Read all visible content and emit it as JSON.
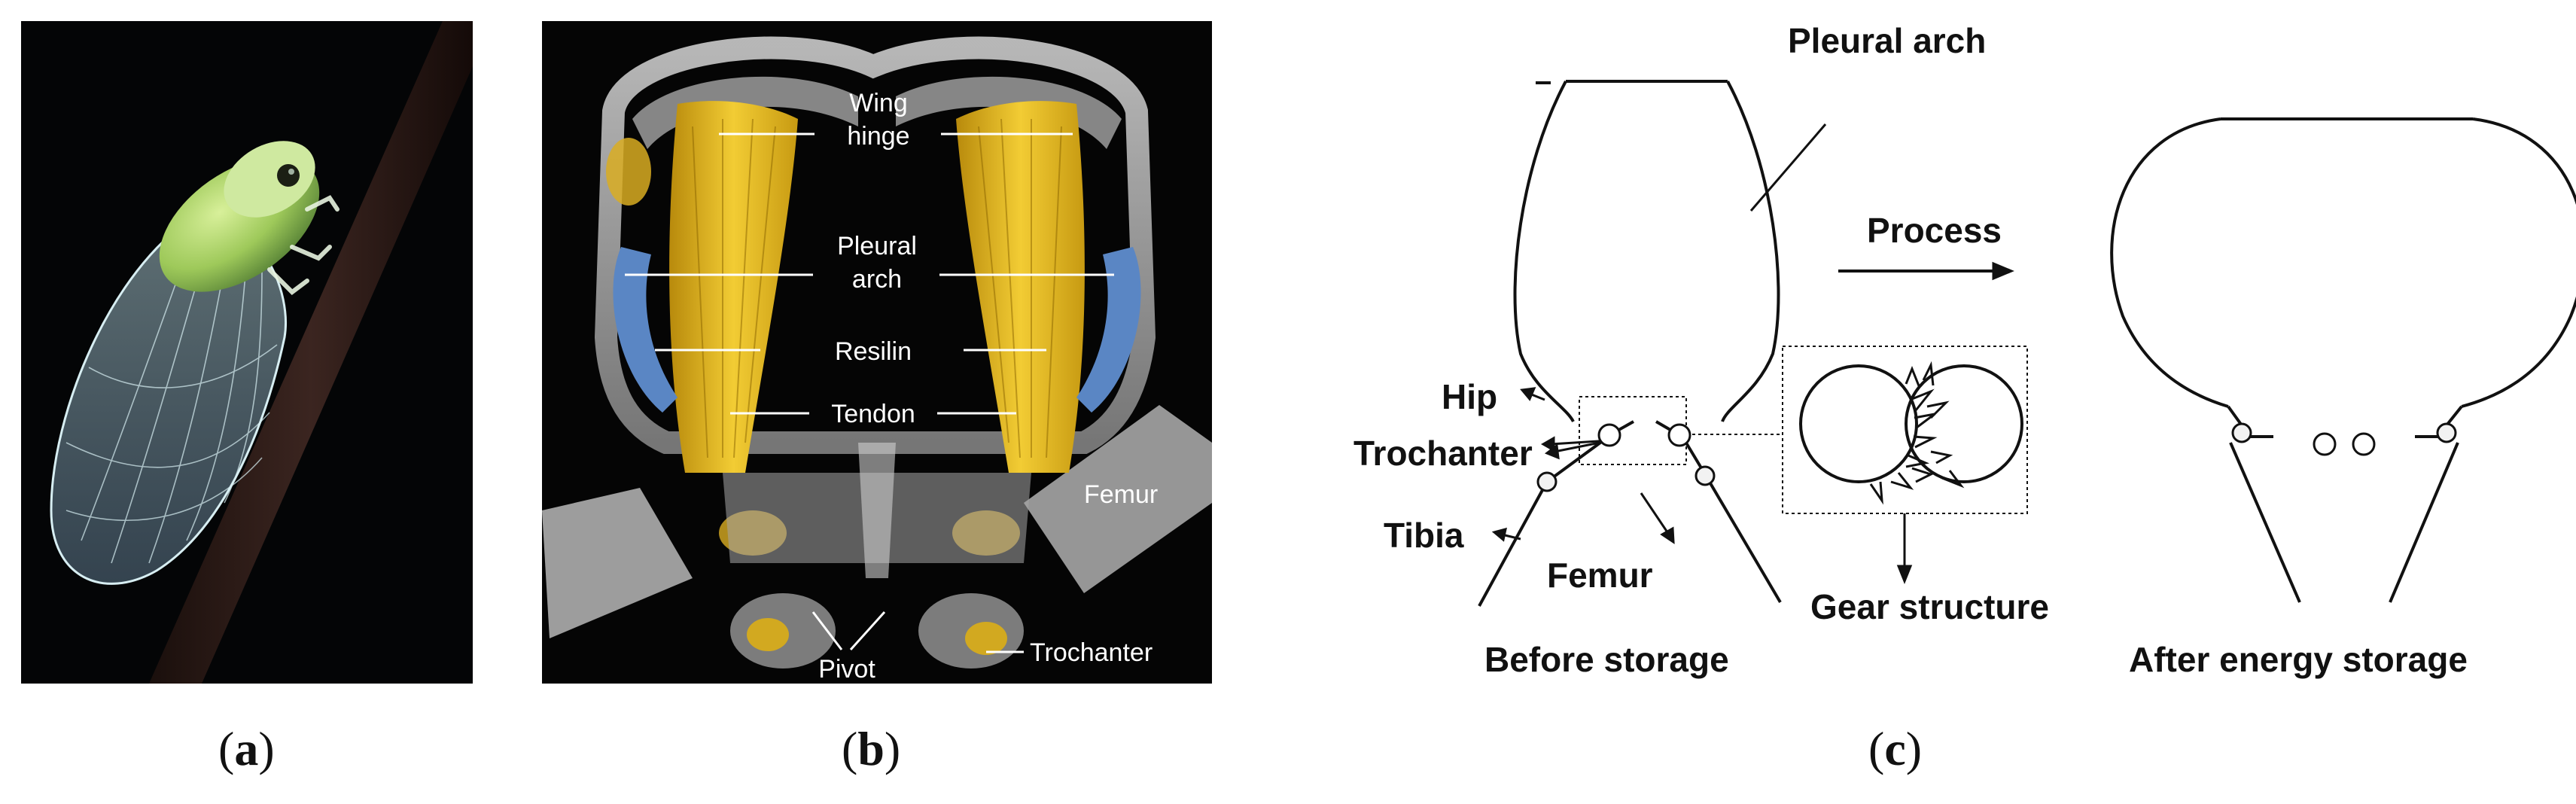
{
  "panels": {
    "a": {
      "caption_letter": "a"
    },
    "b": {
      "caption_letter": "b",
      "labels": {
        "wing_hinge_1": "Wing",
        "wing_hinge_2": "hinge",
        "pleural_arch_1": "Pleural",
        "pleural_arch_2": "arch",
        "resilin": "Resilin",
        "tendon": "Tendon",
        "femur": "Femur",
        "pivot": "Pivot",
        "trochanter": "Trochanter"
      }
    },
    "c": {
      "caption_letter": "c",
      "labels": {
        "pleural_arch": "Pleural arch",
        "process": "Process",
        "hip": "Hip",
        "trochanter": "Trochanter",
        "tibia": "Tibia",
        "femur": "Femur",
        "gear_structure": "Gear structure",
        "before_storage": "Before storage",
        "after_energy_storage": "After energy storage"
      }
    }
  },
  "colors": {
    "muscle": "#e8b81a",
    "resilin": "#5a86c4",
    "exoskeleton": "#c9c9c9",
    "insect_body": "#b6d870"
  }
}
